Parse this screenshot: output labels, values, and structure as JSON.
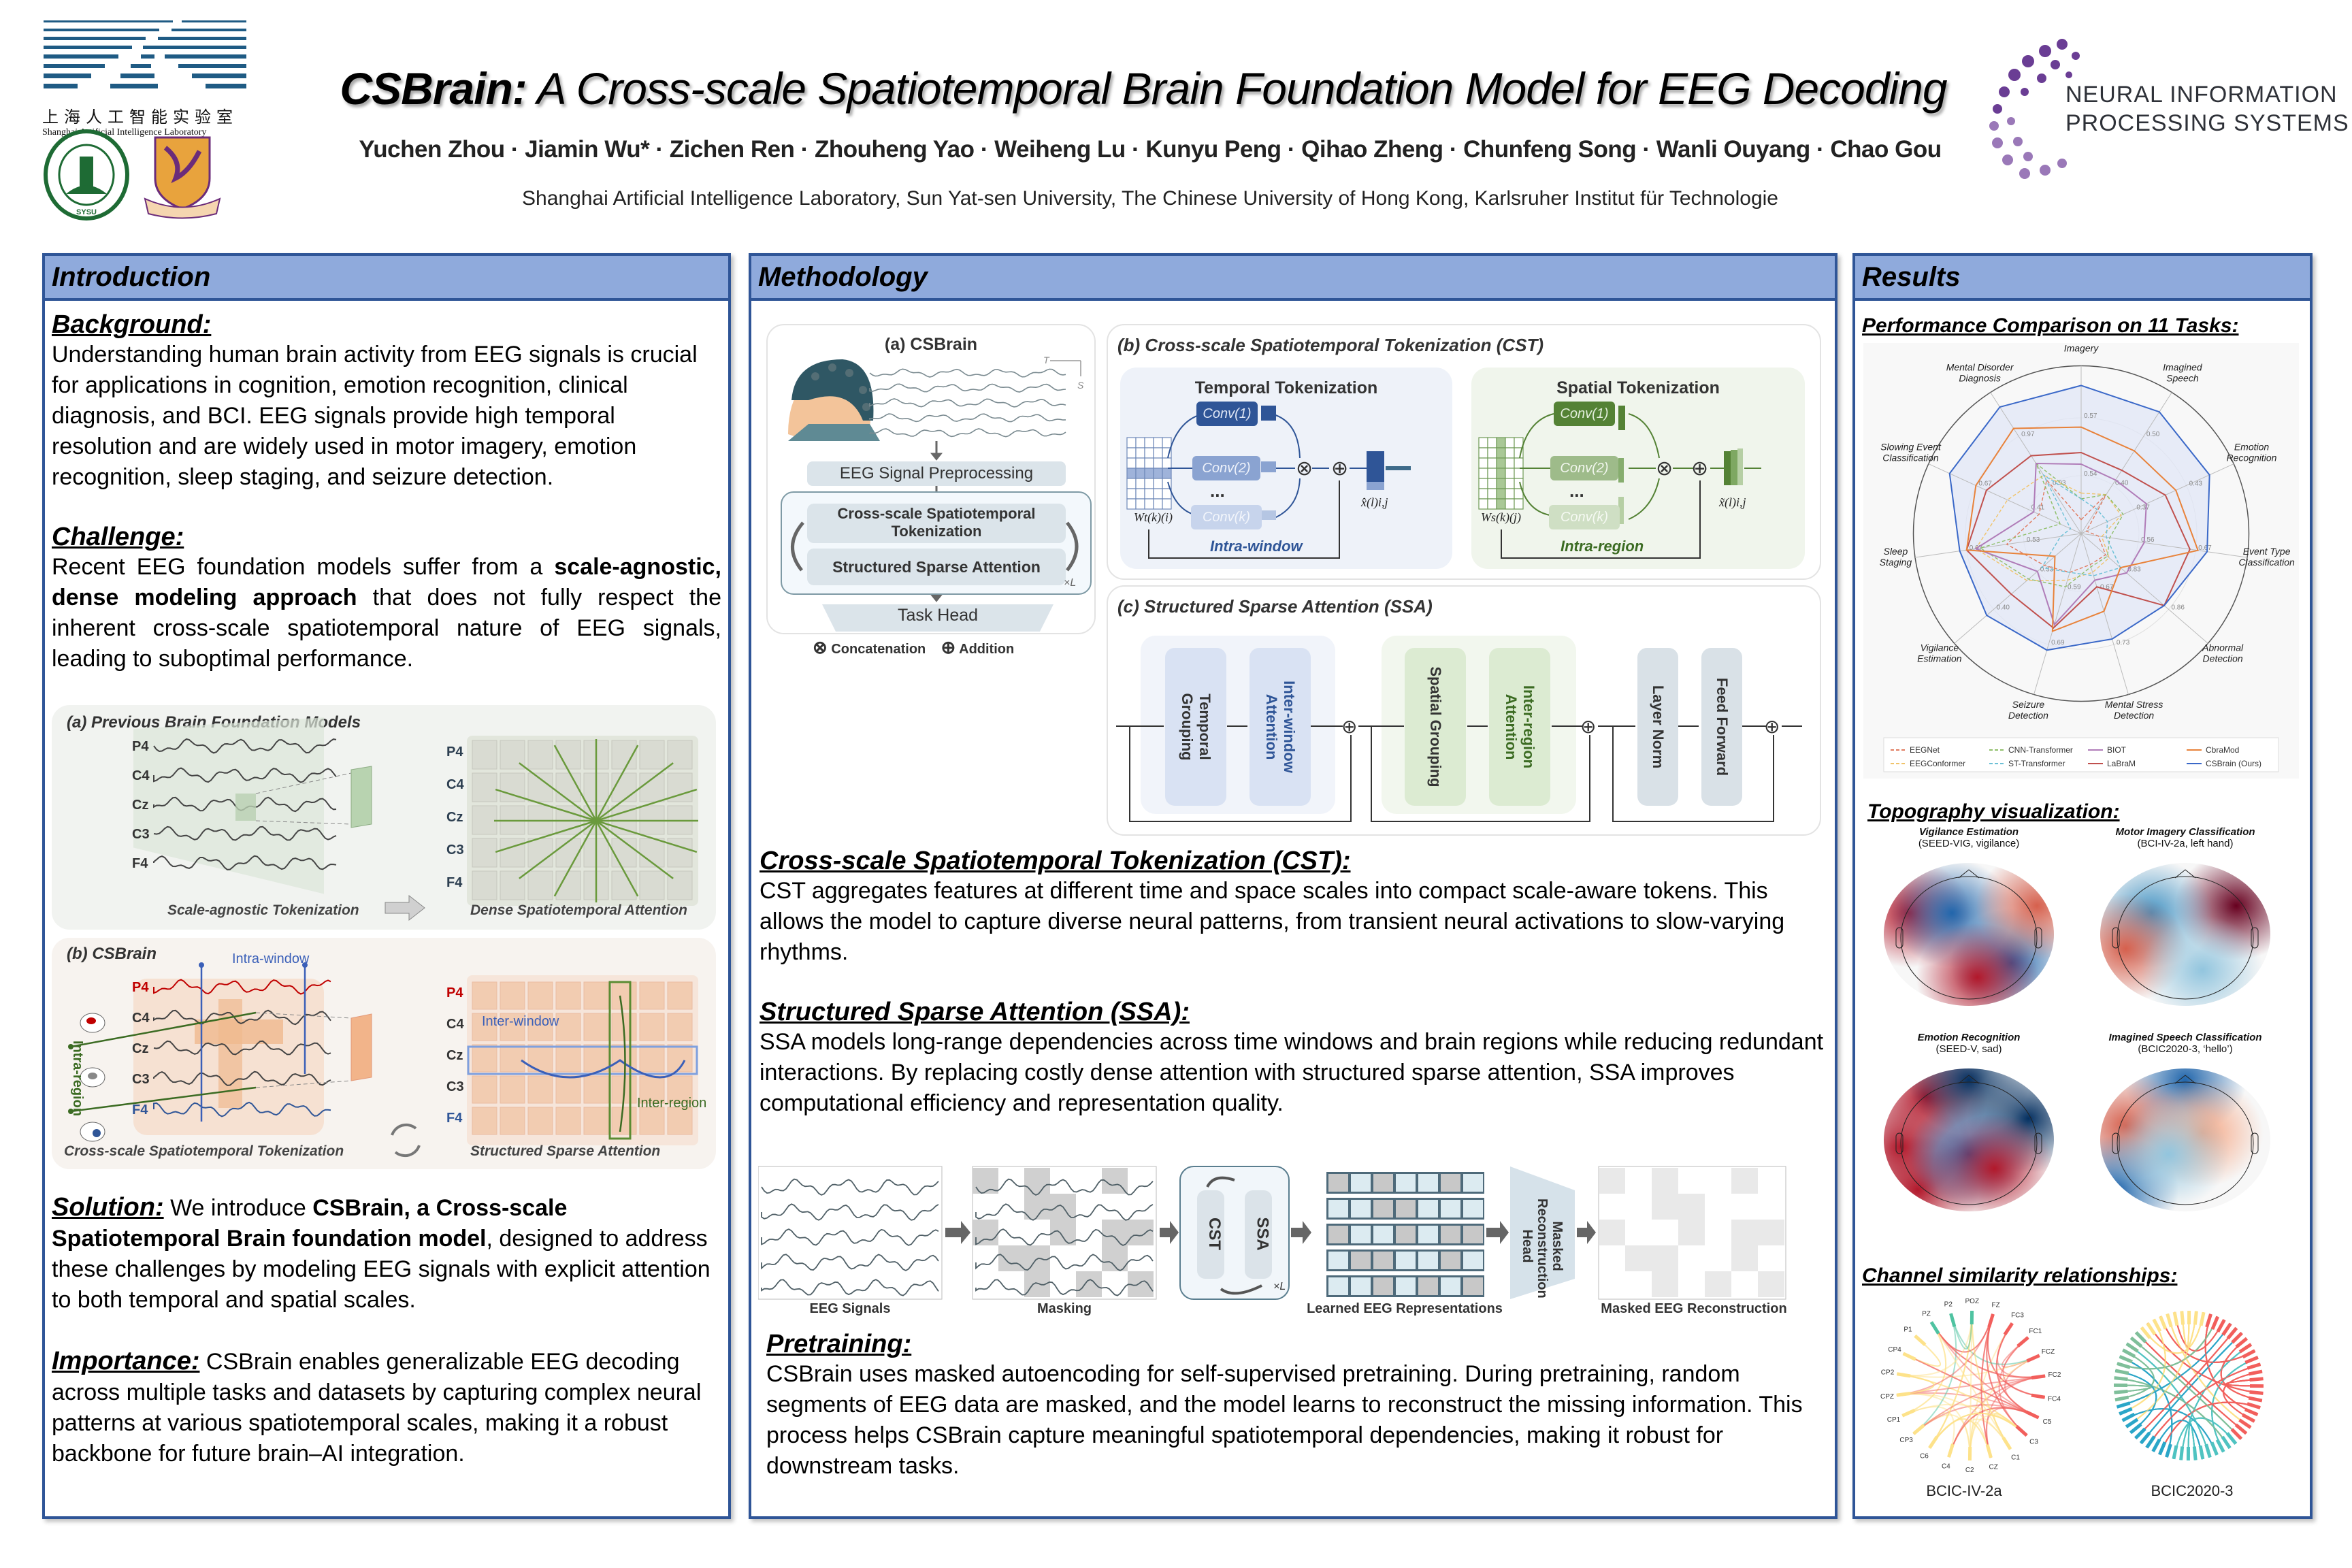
{
  "header": {
    "title_bold": "CSBrain:",
    "title_rest": " A Cross-scale Spatiotemporal Brain Foundation Model for EEG Decoding",
    "authors": "Yuchen Zhou · Jiamin Wu* · Zichen Ren · Zhouheng Yao · Weiheng Lu · Kunyu Peng · Qihao Zheng · Chunfeng Song · Wanli Ouyang · Chao Gou",
    "affiliations": "Shanghai Artificial Intelligence Laboratory, Sun Yat-sen University, The Chinese University of Hong Kong, Karlsruher Institut für Technologie",
    "logos": {
      "shlab_cn": "上海人工智能实验室",
      "shlab_en": "Shanghai Artificial Intelligence Laboratory",
      "sysu": "SUN YAT-SEN UNIVERSITY",
      "neurips_line1": "NEURAL INFORMATION",
      "neurips_line2": "PROCESSING SYSTEMS"
    }
  },
  "colors": {
    "panel_border": "#2f5597",
    "panel_header": "#8faadc",
    "blue": "#2f5597",
    "green": "#548235",
    "red": "#c00000",
    "orange": "#e58a4a"
  },
  "intro": {
    "heading": "Introduction",
    "background_label": "Background:",
    "background_text": "Understanding human brain activity from EEG signals is crucial for applications in cognition, emotion recognition, clinical diagnosis, and BCI. EEG signals provide high temporal resolution and are widely used in motor imagery, emotion recognition, sleep staging, and seizure detection.",
    "challenge_label": "Challenge:",
    "challenge_pre": "Recent EEG foundation models suffer from a ",
    "challenge_bold": "scale-agnostic, dense modeling approach",
    "challenge_post": " that does not fully respect the inherent cross-scale spatiotemporal nature of EEG signals, leading to suboptimal performance.",
    "figure": {
      "a_title": "(a) Previous Brain Foundation Models",
      "a_left_caption": "Scale-agnostic Tokenization",
      "a_right_caption": "Dense Spatiotemporal Attention",
      "b_title": "(b) CSBrain",
      "b_left_caption": "Cross-scale Spatiotemporal Tokenization",
      "b_right_caption": "Structured Sparse Attention",
      "channels": [
        "P4",
        "C4",
        "Cz",
        "C3",
        "F4"
      ],
      "intra_window": "Intra-window",
      "intra_region": "Intra-region",
      "inter_window": "Inter-window",
      "inter_region": "Inter-region"
    },
    "solution_label": "Solution:",
    "solution_pre": " We introduce ",
    "solution_bold": "CSBrain, a Cross-scale Spatiotemporal Brain foundation model",
    "solution_post": ", designed to address these challenges by modeling EEG signals with explicit attention to both temporal and spatial scales.",
    "importance_label": "Importance:",
    "importance_text": " CSBrain enables generalizable EEG decoding across multiple tasks and datasets by capturing complex neural patterns at various spatiotemporal scales, making it a robust backbone for future brain–AI integration."
  },
  "method": {
    "heading": "Methodology",
    "fig_a": {
      "title": "(a) CSBrain",
      "axis_t": "T",
      "axis_s": "S",
      "preprocess": "EEG Signal Preprocessing",
      "cst": "Cross-scale Spatiotemporal Tokenization",
      "ssa": "Structured Sparse Attention",
      "repeat": "×L",
      "task_head": "Task Head",
      "legend_concat": "Concatenation",
      "legend_add": "Addition"
    },
    "fig_b": {
      "title": "(b) Cross-scale Spatiotemporal Tokenization (CST)",
      "temporal": "Temporal Tokenization",
      "spatial": "Spatial Tokenization",
      "conv1": "Conv(1)",
      "conv2": "Conv(2)",
      "convk": "Conv(k)",
      "dots": "...",
      "w_t": "Wt(k)(i)",
      "w_s": "Ws(k)(j)",
      "x_hat": "x̂(l)i,j",
      "x_tilde": "x̃(l)i,j",
      "intra_window": "Intra-window",
      "intra_region": "Intra-region"
    },
    "fig_c": {
      "title": "(c) Structured Sparse Attention (SSA)",
      "blocks": [
        {
          "label": "Temporal Grouping",
          "group": "temporal"
        },
        {
          "label": "Inter-window Attention",
          "group": "temporal"
        },
        {
          "label": "Spatial Grouping",
          "group": "spatial"
        },
        {
          "label": "Inter-region Attention",
          "group": "spatial"
        },
        {
          "label": "Layer Norm",
          "group": "other"
        },
        {
          "label": "Feed Forward",
          "group": "other"
        }
      ]
    },
    "cst_label": "Cross-scale Spatiotemporal Tokenization (CST):",
    "cst_text": "CST aggregates features at different time and space scales into compact scale-aware tokens. This allows the model to capture diverse neural patterns, from transient neural activations to slow-varying rhythms.",
    "ssa_label": "Structured Sparse Attention (SSA):",
    "ssa_text": "SSA models long-range dependencies across time windows and brain regions while reducing redundant interactions. By replacing costly dense attention with structured sparse attention, SSA improves computational efficiency and representation quality.",
    "pretrain_fig": {
      "eeg_signals": "EEG Signals",
      "masking": "Masking",
      "cst": "CST",
      "ssa": "SSA",
      "repeat": "×L",
      "learned": "Learned EEG Representations",
      "head": "Masked Reconstruction Head",
      "recon": "Masked EEG Reconstruction"
    },
    "pretrain_label": "Pretraining:",
    "pretrain_text": "CSBrain uses masked autoencoding for self-supervised pretraining. During pretraining, random segments of EEG data are masked, and the model learns to reconstruct the missing information. This process helps CSBrain capture meaningful spatiotemporal dependencies, making it robust for downstream tasks."
  },
  "results": {
    "heading": "Results",
    "perf_label": "Performance Comparison on 11 Tasks:",
    "topo_label": "Topography visualization:",
    "topo_maps": [
      {
        "title": "Vigilance Estimation",
        "subtitle": "(SEED-VIG, vigilance)"
      },
      {
        "title": "Motor Imagery Classification",
        "subtitle": "(BCI-IV-2a, left hand)"
      },
      {
        "title": "Emotion Recognition",
        "subtitle": "(SEED-V, sad)"
      },
      {
        "title": "Imagined Speech Classification",
        "subtitle": "(BCIC2020-3, ‘hello’)"
      }
    ],
    "channel_label": "Channel similarity relationships:",
    "chord_1": {
      "caption": "BCIC-IV-2a",
      "channels": [
        "FZ",
        "FC3",
        "FC1",
        "FCZ",
        "FC2",
        "FC4",
        "C5",
        "C3",
        "C1",
        "CZ",
        "C2",
        "C4",
        "C6",
        "CP3",
        "CP1",
        "CPZ",
        "CP2",
        "CP4",
        "P1",
        "PZ",
        "P2",
        "POZ"
      ]
    },
    "chord_2": {
      "caption": "BCIC2020-3"
    }
  },
  "chart_data": {
    "type": "radar",
    "title": "Performance Comparison on 11 Tasks",
    "note": "Each axis uses its own scale; radii normalized 0-1 between center and outer ring; inner/outer ring tick labels printed per axis",
    "categories": [
      "Motor Imagery",
      "Imagined Speech",
      "Emotion Recognition",
      "Event Type Classification",
      "Abnormal Detection",
      "Mental Stress Detection",
      "Seizure Detection",
      "Vigilance Estimation",
      "Sleep Staging",
      "Slowing Event Classification",
      "Mental Disorder Diagnosis"
    ],
    "axis_ticks": [
      [
        "0.54",
        "0.57"
      ],
      [
        "0.40",
        "0.50"
      ],
      [
        "0.37",
        "0.43"
      ],
      [
        "0.56",
        "0.67"
      ],
      [
        "0.83",
        "0.86"
      ],
      [
        "0.67",
        "0.73"
      ],
      [
        "0.59",
        "0.69"
      ],
      [
        "0.33",
        "0.40"
      ],
      [
        "0.53",
        "0.67"
      ],
      [
        "0.41",
        "0.67"
      ],
      [
        "0.93",
        "0.97"
      ]
    ],
    "series": [
      {
        "name": "EEGNet",
        "style": "dashed",
        "color": "#e07b5f",
        "values": [
          0.12,
          0.4,
          0.05,
          0.15,
          0.28,
          0.28,
          0.35,
          0.42,
          0.65,
          0.4,
          0.55
        ]
      },
      {
        "name": "EEGConformer",
        "style": "dashed",
        "color": "#f0c36a",
        "values": [
          0.35,
          0.4,
          0.38,
          0.18,
          0.32,
          0.35,
          0.42,
          0.62,
          0.92,
          0.7,
          0.6
        ]
      },
      {
        "name": "CNN-Transformer",
        "style": "dashed",
        "color": "#8fbf6a",
        "values": [
          0.3,
          0.4,
          0.4,
          0.25,
          0.3,
          0.3,
          0.48,
          0.6,
          0.88,
          0.2,
          0.72
        ]
      },
      {
        "name": "ST-Transformer",
        "style": "dashed",
        "color": "#6cc0d6",
        "values": [
          0.3,
          0.25,
          0.25,
          0.22,
          0.45,
          0.38,
          0.35,
          0.45,
          0.18,
          0.1,
          0.6
        ]
      },
      {
        "name": "BIOT",
        "style": "solid",
        "color": "#b07cb8",
        "values": [
          0.6,
          0.55,
          0.62,
          0.55,
          0.52,
          0.42,
          0.82,
          0.5,
          0.92,
          0.45,
          0.72
        ]
      },
      {
        "name": "LaBraM",
        "style": "solid",
        "color": "#c0504d",
        "values": [
          0.7,
          0.65,
          0.8,
          0.95,
          0.95,
          0.48,
          0.85,
          0.8,
          1.0,
          0.9,
          0.8
        ]
      },
      {
        "name": "CbraMod",
        "style": "solid",
        "color": "#e8823a",
        "values": [
          0.92,
          0.85,
          0.9,
          1.02,
          0.45,
          0.7,
          0.88,
          0.3,
          1.0,
          1.0,
          1.08
        ]
      },
      {
        "name": "CSBrain (Ours)",
        "style": "solid",
        "color": "#3a68c8",
        "values": [
          1.28,
          1.25,
          1.22,
          1.1,
          0.95,
          0.95,
          1.05,
          1.08,
          1.06,
          1.25,
          1.3
        ]
      }
    ],
    "legend": [
      "EEGNet",
      "EEGConformer",
      "CNN-Transformer",
      "ST-Transformer",
      "BIOT",
      "LaBraM",
      "CbraMod",
      "CSBrain (Ours)"
    ],
    "legend_position": "bottom",
    "grid": true
  }
}
